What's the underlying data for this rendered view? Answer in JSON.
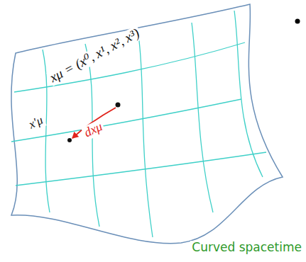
{
  "diagram": {
    "labels": [
      "xμ = (x⁰, x¹, x², x³)",
      "dxμ",
      "x′μ",
      "Curved spacetime"
    ]
  }
}
